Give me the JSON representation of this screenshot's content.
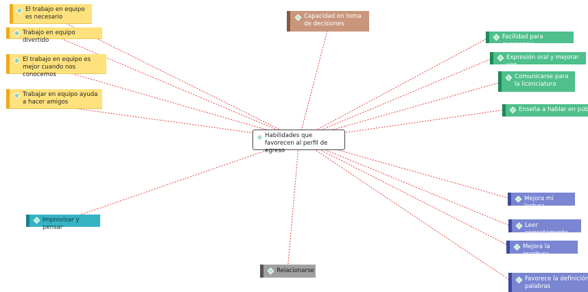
{
  "center": {
    "label": "Habilidades que favorecen al perfil de egreso"
  },
  "nodes": {
    "y1": "El trabajo en equipo es necesario",
    "y2": "Trabajo en equipo divertido",
    "y3": "El trabajo en equipo es mejor cuando nos conocemos",
    "y4": "Trabajar en equipo ayuda a hacer amigos",
    "br1": "Capacidad en toma de decisiones",
    "g1": "Facilidad para expresarse",
    "g2": "Expresión oral y mejorar voz",
    "g3": "Comunicarse para la licenciatura",
    "g4": "Enseña a hablar en público",
    "b1": "Mejora mi lectura",
    "b2": "Leer correctamente",
    "b3": "Mejora la escritura",
    "b4": "Favorece la definición de palabras",
    "t1": "Improvisar y pensar",
    "gr1": "Relacionarse"
  },
  "colors": {
    "connector": "#e53935",
    "yellow": "#ffe27d",
    "green": "#4fbf8b",
    "blue": "#7b86d2",
    "teal": "#36b3c2",
    "brown": "#c9967c",
    "gray": "#a0a0a0"
  },
  "icon": "diamond-icon"
}
